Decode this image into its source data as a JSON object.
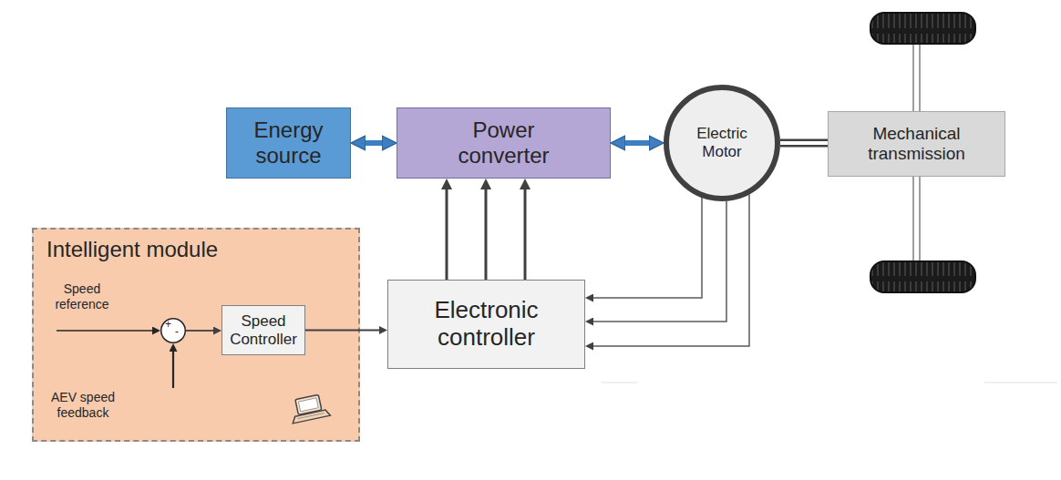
{
  "diagram": {
    "nodes": [
      {
        "text": [
          "Energy source"
        ]
      },
      {
        "text": [
          "Power converter"
        ]
      },
      {
        "text": [
          "Electric Motor"
        ]
      },
      {
        "text": [
          "Mechanical transmission"
        ]
      },
      {
        "text": [
          "Intelligent module"
        ]
      },
      {
        "text": [
          "+",
          "-"
        ],
        "in": 4
      },
      {
        "text": [
          "Speed Controller"
        ],
        "in": 4
      },
      {
        "text": [
          "Electronic controller"
        ]
      }
    ],
    "edges": [
      {
        "from": 0,
        "to": 1,
        "arrow": "both"
      },
      {
        "from": 1,
        "to": 2,
        "arrow": "both"
      },
      {
        "from": 2,
        "to": 3,
        "arrow": "none"
      },
      {
        "from": 5,
        "to": 6,
        "arrow": "to"
      },
      {
        "from": 6,
        "to": 7,
        "arrow": "to"
      },
      {
        "from": 7,
        "to": 1,
        "arrow": "to"
      },
      {
        "from": 7,
        "to": 1,
        "arrow": "to"
      },
      {
        "from": 7,
        "to": 1,
        "arrow": "to"
      },
      {
        "from": 2,
        "to": 7,
        "arrow": "to"
      },
      {
        "from": 2,
        "to": 7,
        "arrow": "to"
      },
      {
        "from": 2,
        "to": 7,
        "arrow": "to"
      }
    ],
    "labels": [
      "Speed reference",
      "AEV speed feedback"
    ]
  }
}
